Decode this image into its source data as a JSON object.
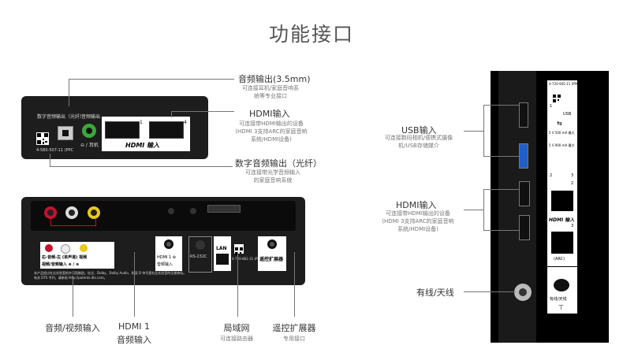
{
  "page_title": "功能接口",
  "top_panel": {
    "label_optical": "数字音频输出（光纤）",
    "label_audio_out": "音频输出",
    "headphone_label": "⊖ / 耳机",
    "hdmi_num_1": "1",
    "hdmi_num_4": "4",
    "hdmi_input_logo": "HDMI 输入",
    "serial": "4-580-507-11 )PPC"
  },
  "bottom_panel": {
    "av_label_1": "右-音频-左 (单声道) 视频",
    "av_label_2": "视频/音频输入 ⊕ / ⊕",
    "license_1": "本产品经过杜比实验室的许可而制造。杜比、Dolby、Dolby Audio、和双 D 符号是杜比实验室的注册商标。",
    "license_2": "有关 DTS 专利，请参阅 http://patents.dts.com。",
    "hdmi1_box_1": "HDMI 1 ⊕",
    "hdmi1_box_2": "音频输入",
    "rs232c": "RS-232C",
    "lan": "LAN",
    "ir_box": "遥控扩展器",
    "serial": "4-720-861-31 )PPC"
  },
  "callouts": {
    "audio_out": {
      "title": "音频输出(3.5mm)",
      "desc": [
        "可连接耳机/家庭音响系",
        "统等专业接口"
      ]
    },
    "hdmi_top": {
      "title": "HDMI输入",
      "desc": [
        "可连接带HDMI输出的设备",
        "(HDMI 3支持ARC的家庭音响",
        "系统/HDMI设备)"
      ]
    },
    "optical": {
      "title": "数字音频输出（光纤）",
      "desc": [
        "可连接带光学音频输入",
        "的家庭音响系统"
      ]
    },
    "av_in": {
      "title": "音频/视频输入"
    },
    "hdmi1_audio": {
      "title_1": "HDMI 1",
      "title_2": "音频输入"
    },
    "lan": {
      "title": "局域网",
      "desc": "可连接路由器"
    },
    "ir_ext": {
      "title": "遥控扩展器",
      "desc": "专用接口"
    },
    "usb": {
      "title": "USB输入",
      "desc": [
        "可连接数码相机/便携式摄像",
        "机/USB存储媒介"
      ]
    },
    "hdmi_side": {
      "title": "HDMI输入",
      "desc": [
        "可连接带HDMI输出的设备",
        "(HDMI 3支持ARC的家庭音响",
        "系统/HDMI设备)"
      ]
    },
    "antenna": {
      "title": "有线/天线"
    }
  },
  "side_panel": {
    "serial": "4-720-945-11 )PPC",
    "usb_label": "USB",
    "usb_spec_1": "5 V 500 mA 最大",
    "usb_spec_2": "5 V 900 mA 最大",
    "usb_num_1": "1",
    "usb_num_2": "2",
    "usb_num_3": "3",
    "hdmi_num_2": "2",
    "hdmi_num_3": "3",
    "hdmi_logo": "HDMI 输入",
    "arc_label": "(ARC)",
    "antenna_label": "有线/天线"
  },
  "colors": {
    "panel": "#1d1d1d",
    "label_white": "#ffffff",
    "rca_red": "#c8102e",
    "rca_white": "#dddddd",
    "rca_yellow": "#e8c81a",
    "jack_green": "#3aa83a",
    "usb3_blue": "#1f5fc8"
  }
}
